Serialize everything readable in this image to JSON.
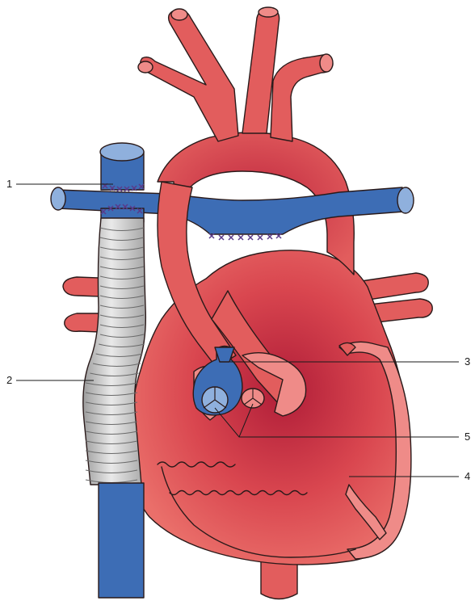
{
  "labels": [
    {
      "id": "1",
      "text": "1"
    },
    {
      "id": "2",
      "text": "2"
    },
    {
      "id": "3",
      "text": "3"
    },
    {
      "id": "4",
      "text": "4"
    },
    {
      "id": "5",
      "text": "5"
    }
  ],
  "colors": {
    "artery": "#e25d5d",
    "artery_light": "#ef8b88",
    "artery_dark": "#b3263a",
    "vein": "#3d6db5",
    "vein_light": "#8fb0dd",
    "graft": "#cfcfcf",
    "suture": "#5a3a8a",
    "outline": "#2a1a1a"
  }
}
